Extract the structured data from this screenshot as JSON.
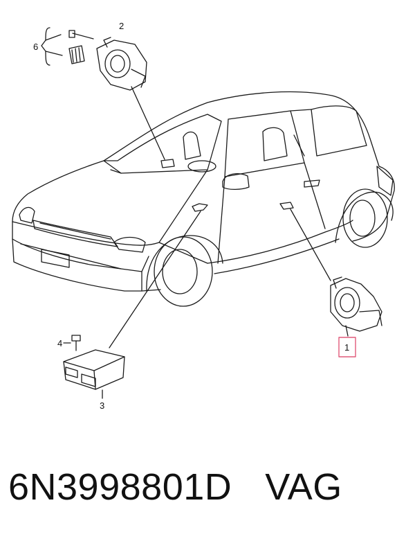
{
  "callouts": {
    "c1": "1",
    "c2": "2",
    "c3": "3",
    "c4": "4",
    "c6": "6"
  },
  "caption": {
    "part_number": "6N3998801D",
    "brand": "VAG"
  },
  "colors": {
    "line": "#1a1a1a",
    "highlight_box": "#e05a7a"
  }
}
